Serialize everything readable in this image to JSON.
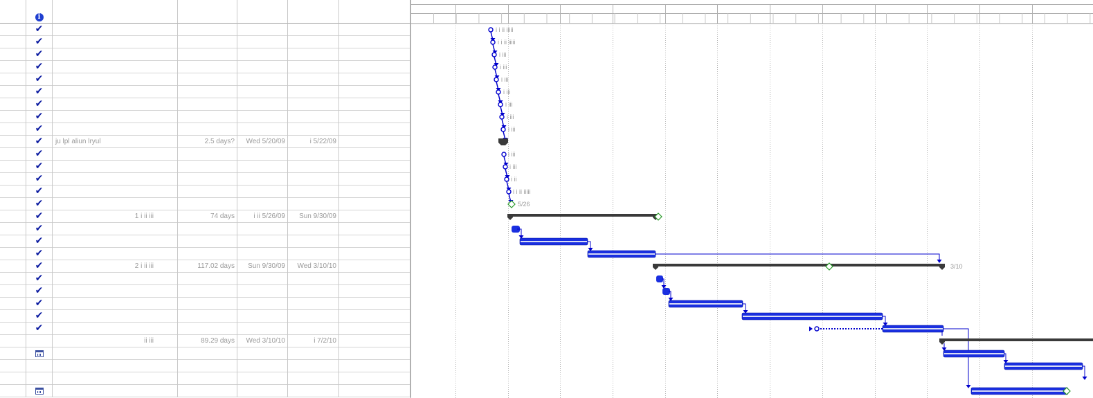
{
  "header": {
    "columns": [
      "",
      "",
      "",
      "",
      "",
      "",
      ""
    ]
  },
  "rows": [
    {
      "indicator": "check"
    },
    {
      "indicator": "check"
    },
    {
      "indicator": "check"
    },
    {
      "indicator": "check"
    },
    {
      "indicator": "check"
    },
    {
      "indicator": "check"
    },
    {
      "indicator": "check"
    },
    {
      "indicator": "check"
    },
    {
      "indicator": "check"
    },
    {
      "indicator": "check",
      "name": "ju   lpl  aliun   lryul",
      "duration": "2.5 days?",
      "start": "Wed 5/20/09",
      "finish": "i 5/22/09"
    },
    {
      "indicator": "check"
    },
    {
      "indicator": "check"
    },
    {
      "indicator": "check"
    },
    {
      "indicator": "check"
    },
    {
      "indicator": "check"
    },
    {
      "indicator": "check",
      "name": "1  i  ii  iii",
      "name_align": "right",
      "duration": "74 days",
      "start": "i ii 5/26/09",
      "finish": "Sun 9/30/09"
    },
    {
      "indicator": "check"
    },
    {
      "indicator": "check"
    },
    {
      "indicator": "check"
    },
    {
      "indicator": "check",
      "name": "2  i  ii  iii",
      "name_align": "right",
      "duration": "117.02 days",
      "start": "Sun 9/30/09",
      "finish": "Wed 3/10/10"
    },
    {
      "indicator": "check"
    },
    {
      "indicator": "check"
    },
    {
      "indicator": "check"
    },
    {
      "indicator": "check"
    },
    {
      "indicator": "check"
    },
    {
      "indicator": "",
      "name": "ii  iii",
      "name_align": "right",
      "duration": "89.29 days",
      "start": "Wed 3/10/10",
      "finish": "i 7/2/10"
    },
    {
      "indicator": "calendar"
    },
    {
      "indicator": ""
    },
    {
      "indicator": ""
    },
    {
      "indicator": "calendar"
    }
  ],
  "gantt_labels": {
    "task_labels": [
      "i  i  ii  iiiii",
      "i  i  ii  iiiii",
      "i iii",
      "i iii",
      "i iii",
      "i iii",
      "i iii",
      "i iii",
      "i iii",
      "i iii",
      "i iii",
      "i ii",
      "i  i  ii  iiiii"
    ],
    "milestone_date": "5/26",
    "phase2_end_date": "3/10"
  },
  "colors": {
    "task_bar": "#1a2fe0",
    "summary_bar": "#3a3a3a",
    "link": "#0000cc",
    "check": "#0a1aa0",
    "milestone": "#2a9a2a"
  }
}
